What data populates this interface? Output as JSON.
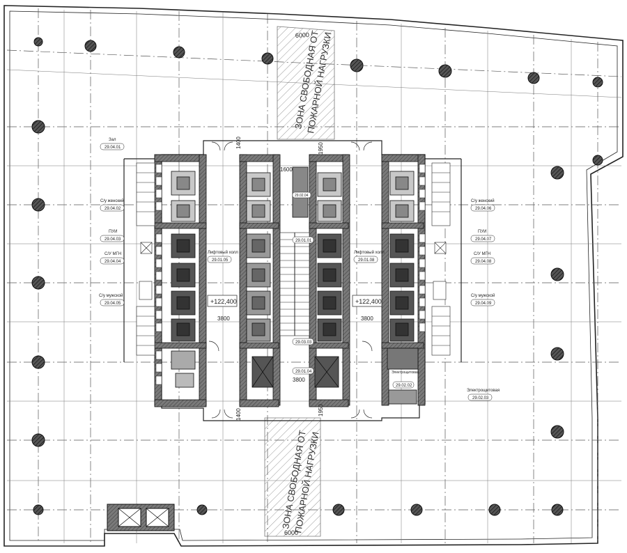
{
  "zones": {
    "top_line1": "ЗОНА СВОБОДНАЯ ОТ",
    "top_line2": "ПОЖАРНОЙ НАГРУЗКИ",
    "bottom_line1": "ЗОНА СВОБОДНАЯ ОТ",
    "bottom_line2": "ПОЖАРНОЙ НАГРУЗКИ"
  },
  "dimensions": {
    "d6000_top": "6000",
    "d6000_bottom": "6000",
    "d1400_top": "1400",
    "d1950_top": "1950",
    "d1600": "1600",
    "d3800_left": "3800",
    "d3800_right": "3800",
    "d3800_center": "3800",
    "d1400_bottom": "1400",
    "d1950_bottom": "1950"
  },
  "elevations": {
    "left": "+122,400",
    "right": "+122,400"
  },
  "rooms": {
    "hall": {
      "name": "Зал",
      "code": "29.04.01"
    },
    "wc_women_left": {
      "name": "С/у женский",
      "code": "29.04.02"
    },
    "pui_left": {
      "name": "ПУИ",
      "code": "29.04.03"
    },
    "wc_mgn_left": {
      "name": "С/У МГН",
      "code": "29.04.04"
    },
    "wc_men_left": {
      "name": "С/у мужской",
      "code": "29.04.05"
    },
    "wc_women_right": {
      "name": "С/у женский",
      "code": "29.04.06"
    },
    "pui_right": {
      "name": "ПУИ",
      "code": "29.04.07"
    },
    "wc_mgn_right": {
      "name": "С/У МГН",
      "code": "29.04.08"
    },
    "wc_men_right": {
      "name": "С/у мужской",
      "code": "29.04.09"
    },
    "lift_hall_left": {
      "name": "Лифтовый холл",
      "code": "29.01.05"
    },
    "lift_hall_right": {
      "name": "Лифтовый холл",
      "code": "29.01.08"
    },
    "core_top": {
      "name": "",
      "code": "29.02.04"
    },
    "core_mid": {
      "name": "",
      "code": "29.01.01"
    },
    "core_low": {
      "name": "",
      "code": "29.03.03"
    },
    "core_bottom": {
      "name": "",
      "code": "29.01.04"
    },
    "elec_right": {
      "name": "Электрощитовая",
      "code": "29.02.02"
    },
    "elec_outer": {
      "name": "Электрощитовая",
      "code": "29.02.03"
    }
  },
  "colors": {
    "line": "#222222",
    "wall_fill": "#6f6f6f",
    "column_fill": "#3a3a3a",
    "hatch": "#888888",
    "grid": "#555555"
  }
}
